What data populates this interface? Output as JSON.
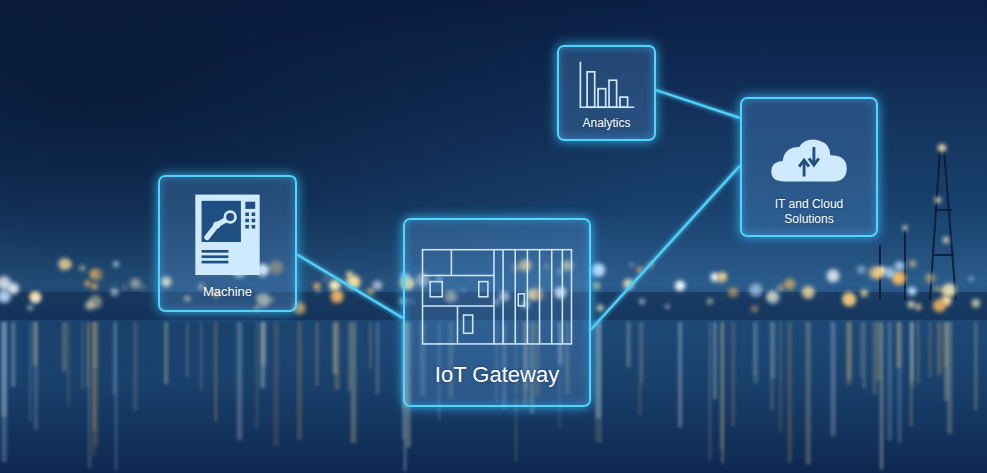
{
  "diagram": {
    "nodes": [
      {
        "text": [
          "Machine"
        ]
      },
      {
        "text": [
          "IoT Gateway"
        ]
      },
      {
        "text": [
          "Analytics"
        ]
      },
      {
        "text": [
          "IT and Cloud Solutions"
        ]
      }
    ],
    "edges": [
      {
        "from": 0,
        "to": 1,
        "arrow": "none"
      },
      {
        "from": 1,
        "to": 3,
        "arrow": "none"
      },
      {
        "from": 2,
        "to": 3,
        "arrow": "none"
      }
    ]
  }
}
